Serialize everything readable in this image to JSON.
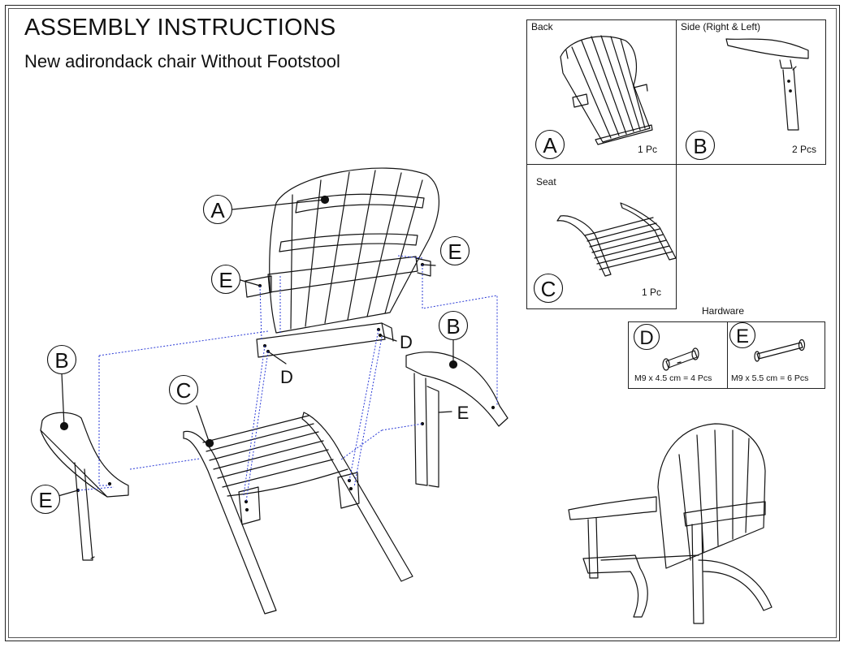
{
  "document": {
    "title": "ASSEMBLY INSTRUCTIONS",
    "subtitle": "New adirondack chair Without Footstool"
  },
  "parts": [
    {
      "letter": "A",
      "name": "Back",
      "count": "1 Pc"
    },
    {
      "letter": "B",
      "name": "Side (Right & Left)",
      "count": "2 Pcs"
    },
    {
      "letter": "C",
      "name": "Seat",
      "count": "1 Pc"
    }
  ],
  "hardware": {
    "title": "Hardware",
    "items": [
      {
        "letter": "D",
        "spec": "M9 x 4.5 cm = 4 Pcs"
      },
      {
        "letter": "E",
        "spec": "M9 x 5.5 cm = 6 Pcs"
      }
    ]
  },
  "callouts": {
    "back": "A",
    "left_side": "B",
    "right_side": "B",
    "seat": "C",
    "bolt_d_left": "D",
    "bolt_d_right": "D",
    "bolt_e_top_left": "E",
    "bolt_e_top_right": "E",
    "bolt_e_right": "E",
    "bolt_e_left": "E"
  },
  "colors": {
    "ink": "#111111",
    "guide": "#2b3bd6"
  }
}
